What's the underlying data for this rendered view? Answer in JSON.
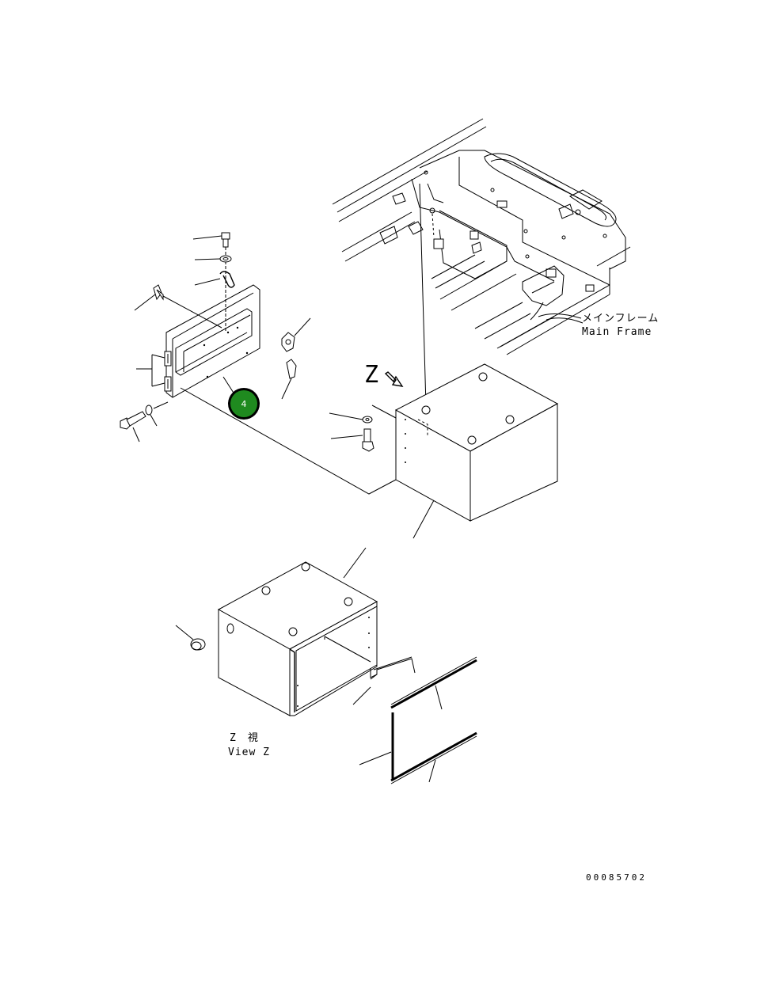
{
  "labels": {
    "main_frame_jp": "メインフレーム",
    "main_frame_en": "Main Frame",
    "view_z_jp": "Z　視",
    "view_z_en": "View Z",
    "z_marker": "Z",
    "drawing_code": "00085702"
  },
  "callouts": [
    {
      "number": "4",
      "color": "#1f8a1f"
    }
  ]
}
